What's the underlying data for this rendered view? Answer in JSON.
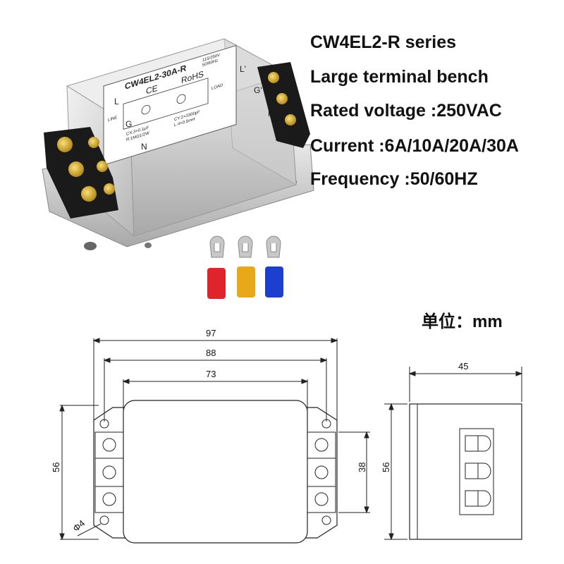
{
  "specs": {
    "series": "CW4EL2-R series",
    "bench": "Large terminal bench",
    "voltage": "Rated voltage :250VAC",
    "current": "Current :6A/10A/20A/30A",
    "frequency": "Frequency :50/60HZ"
  },
  "unit_label": "单位：mm",
  "product": {
    "model": "CW4EL2-30A-R",
    "rating_line1": "115/250V",
    "rating_line2": "50/60Hz",
    "ce": "CE",
    "rohs": "RoHS",
    "line_word": "LINE",
    "load_word": "LOAD",
    "cx": "CX:3×0.1μF",
    "r": "R:1MΩ1/2W",
    "cy": "CY:2×3300pF",
    "l": "L:4×0.5mH",
    "left_labels": [
      "L",
      "G",
      "N"
    ],
    "right_labels": [
      "L'",
      "G'",
      "N'"
    ]
  },
  "terminal_colors": [
    "#e0242b",
    "#e8a81a",
    "#1c3fd0"
  ],
  "dimensions": {
    "width_outer": "97",
    "width_holes": "88",
    "width_body": "73",
    "height_left": "56",
    "height_right": "38",
    "hole": "Φ4",
    "depth": "45",
    "side_height": "56"
  }
}
